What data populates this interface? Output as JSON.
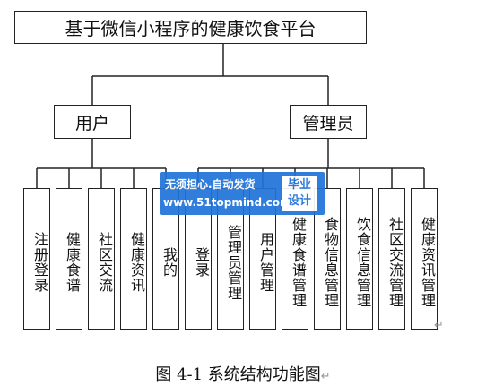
{
  "root": {
    "label": "基于微信小程序的健康饮食平台"
  },
  "groups": [
    {
      "label": "用户",
      "children": [
        "注册登录",
        "健康食谱",
        "社区交流",
        "健康资讯",
        "我的"
      ]
    },
    {
      "label": "管理员",
      "children": [
        "登录",
        "管理员管理",
        "用户管理",
        "健康食谱管理",
        "食物信息管理",
        "饮食信息管理",
        "社区交流管理",
        "健康资讯管理"
      ]
    }
  ],
  "caption": "图 4-1 系统结构功能图",
  "return_mark": "↵",
  "watermark": {
    "line1": "无须担心.自动发货",
    "line2": "www.51topmind.com",
    "badge_top": "毕业",
    "badge_bottom": "设计"
  },
  "colors": {
    "line": "#222222",
    "watermark": "#1f73d8"
  }
}
